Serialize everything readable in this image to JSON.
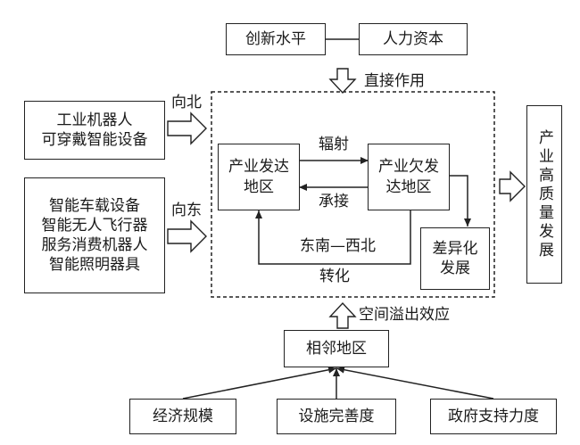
{
  "boxes": {
    "innovation": "创新水平",
    "human_capital": "人力资本",
    "north_source": [
      "工业机器人",
      "可穿戴智能设备"
    ],
    "east_source": [
      "智能车载设备",
      "智能无人飞行器",
      "服务消费机器人",
      "智能照明器具"
    ],
    "developed_region": [
      "产业发达",
      "地区"
    ],
    "underdeveloped_region": [
      "产业欠发",
      "达地区"
    ],
    "differentiated_development": [
      "差异化",
      "发展"
    ],
    "high_quality_development": "产业高质量发展",
    "neighboring_region": "相邻地区",
    "economic_scale": "经济规模",
    "infrastructure": "设施完善度",
    "government_support": "政府支持力度"
  },
  "labels": {
    "direct_effect": "直接作用",
    "northward": "向北",
    "eastward": "向东",
    "radiation": "辐射",
    "undertake": "承接",
    "southeast_northwest": "东南—西北",
    "transformation": "转化",
    "spatial_spillover": "空间溢出效应"
  }
}
